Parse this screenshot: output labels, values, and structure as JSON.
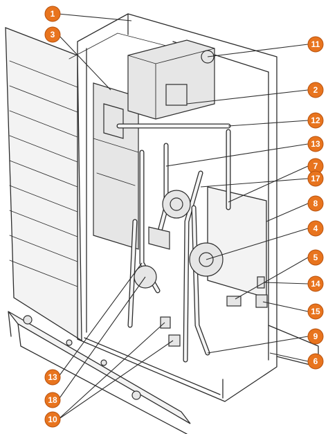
{
  "callouts": [
    {
      "id": "c1",
      "label": "1"
    },
    {
      "id": "c3",
      "label": "3"
    },
    {
      "id": "c11",
      "label": "11"
    },
    {
      "id": "c2",
      "label": "2"
    },
    {
      "id": "c12",
      "label": "12"
    },
    {
      "id": "c13r",
      "label": "13"
    },
    {
      "id": "c7",
      "label": "7"
    },
    {
      "id": "c17",
      "label": "17"
    },
    {
      "id": "c8",
      "label": "8"
    },
    {
      "id": "c4",
      "label": "4"
    },
    {
      "id": "c5",
      "label": "5"
    },
    {
      "id": "c14",
      "label": "14"
    },
    {
      "id": "c15",
      "label": "15"
    },
    {
      "id": "c9",
      "label": "9"
    },
    {
      "id": "c6",
      "label": "6"
    },
    {
      "id": "c13l",
      "label": "13"
    },
    {
      "id": "c18",
      "label": "18"
    },
    {
      "id": "c10",
      "label": "10"
    }
  ],
  "colors": {
    "badge": "#e8741e",
    "line": "#2c2c2c"
  }
}
